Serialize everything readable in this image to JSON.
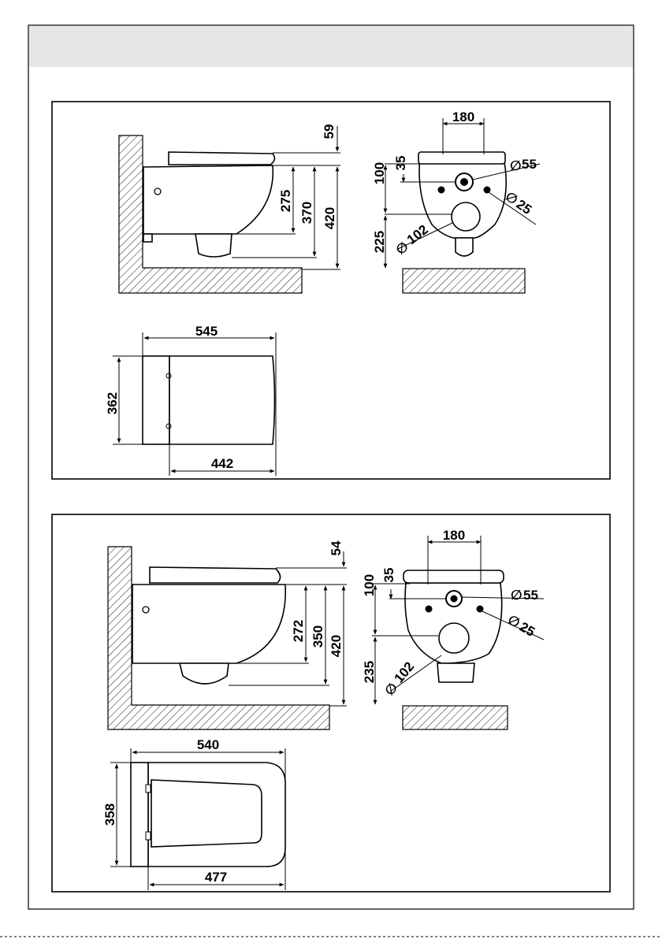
{
  "model_a": {
    "side_view": {
      "dims": {
        "seat_offset": "59",
        "bolt_height": "275",
        "outlet_height": "370",
        "total_height": "420"
      }
    },
    "front_view": {
      "dims": {
        "bolt_spacing": "180",
        "top_to_inlet": "35",
        "top_to_outlet": "100",
        "floor_to_outlet": "225",
        "inlet_diameter": "55",
        "bolt_diameter": "25",
        "outlet_diameter": "102",
        "diameter_symbol": "∅"
      }
    },
    "top_view": {
      "dims": {
        "overall_length": "545",
        "bowl_length": "442",
        "width": "362"
      }
    }
  },
  "model_b": {
    "side_view": {
      "dims": {
        "seat_offset": "54",
        "bolt_height": "272",
        "outlet_height": "350",
        "total_height": "420"
      }
    },
    "front_view": {
      "dims": {
        "bolt_spacing": "180",
        "top_to_inlet": "35",
        "top_to_outlet": "100",
        "floor_to_outlet": "235",
        "inlet_diameter": "55",
        "bolt_diameter": "25",
        "outlet_diameter": "102",
        "diameter_symbol": "∅"
      }
    },
    "top_view": {
      "dims": {
        "overall_length": "540",
        "bowl_length": "477",
        "width": "358"
      }
    }
  }
}
